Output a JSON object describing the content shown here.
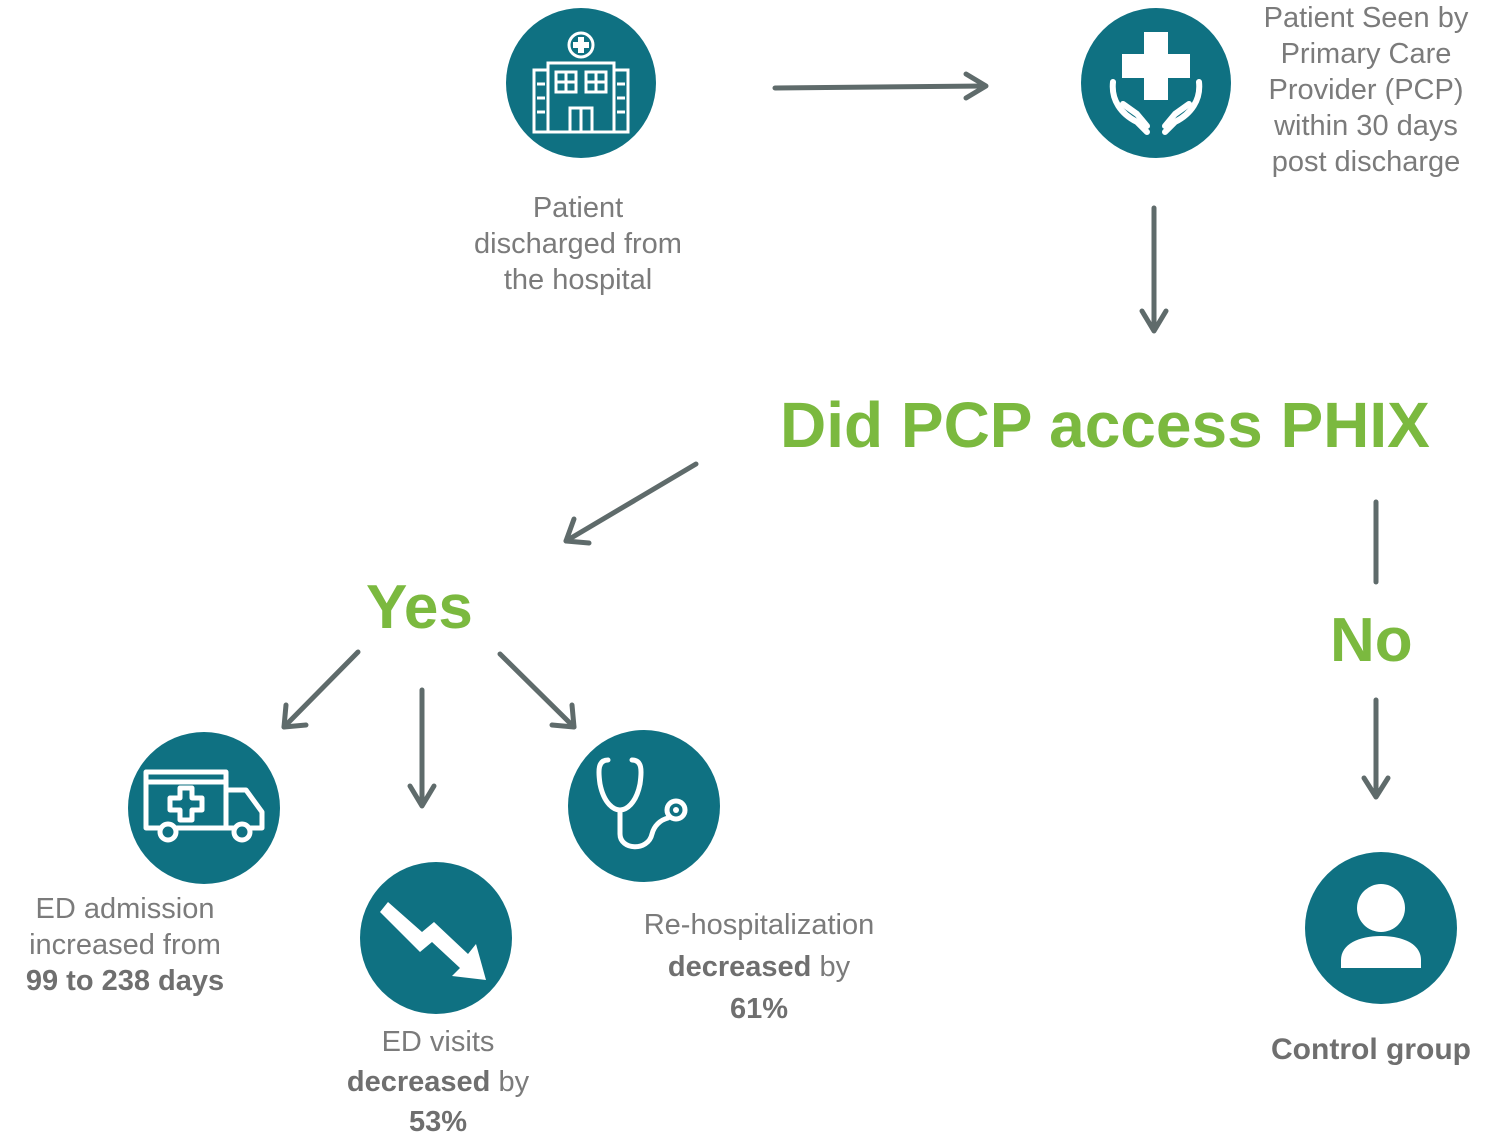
{
  "colors": {
    "circle": "#0f7182",
    "accent_green": "#7bb93f",
    "arrow": "#5f6b6b",
    "text_gray": "#7b7b7b"
  },
  "nodes": {
    "discharged": {
      "icon": "hospital-icon",
      "lines": [
        "Patient",
        "discharged from",
        "the hospital"
      ]
    },
    "seen_by_pcp": {
      "icon": "care-hands-icon",
      "lines": [
        "Patient Seen by",
        "Primary Care",
        "Provider (PCP)",
        "within 30 days",
        "post discharge"
      ]
    },
    "question": {
      "text": "Did PCP access PHIX"
    },
    "yes": {
      "text": "Yes"
    },
    "no": {
      "text": "No"
    },
    "ed_admission": {
      "icon": "ambulance-icon",
      "line1": "ED admission",
      "line2": "increased from",
      "line3": "99 to 238 days"
    },
    "ed_visits": {
      "icon": "downward-trend-icon",
      "line1": "ED visits",
      "line2_bold": "decreased",
      "line2_rest": " by",
      "line3": "53%"
    },
    "rehospitalization": {
      "icon": "stethoscope-icon",
      "line1": "Re-hospitalization",
      "line2_bold": "decreased",
      "line2_rest": " by",
      "line3": "61%"
    },
    "control": {
      "icon": "person-icon",
      "label": "Control group"
    }
  }
}
